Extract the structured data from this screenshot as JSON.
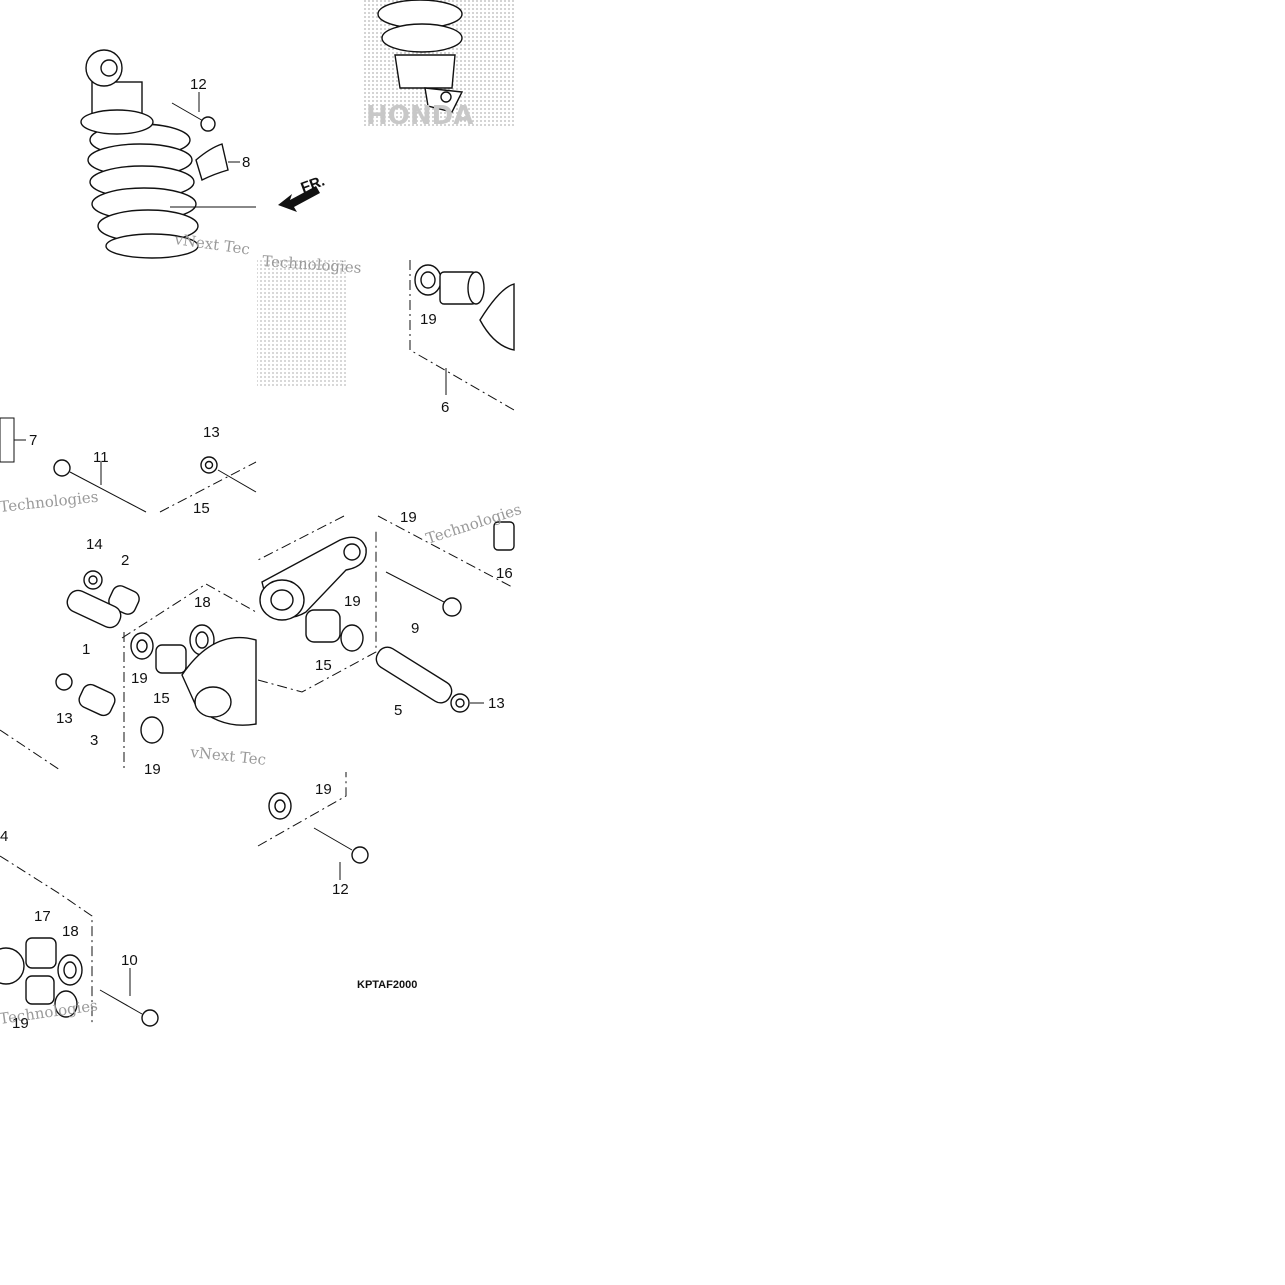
{
  "diagram": {
    "arrow_label": "FR.",
    "drawing_code": "KPTAF2000",
    "watermark": {
      "line1": "vNext Tec",
      "line2": "Technologies",
      "brand": "HONDA"
    },
    "callouts": {
      "c12a": "12",
      "c8": "8",
      "c19a": "19",
      "c6": "6",
      "c7": "7",
      "c11": "11",
      "c13a": "13",
      "c15a": "15",
      "c14": "14",
      "c2": "2",
      "c18a": "18",
      "c1": "1",
      "c19b": "19",
      "c15b": "15",
      "c13b": "13",
      "c3": "3",
      "c19c": "19",
      "c19d": "19",
      "c16": "16",
      "c9": "9",
      "c19e": "19",
      "c15c": "15",
      "c5": "5",
      "c13c": "13",
      "c19f": "19",
      "c12b": "12",
      "c4": "4",
      "c17": "17",
      "c18b": "18",
      "c10": "10",
      "c19g": "19"
    }
  }
}
